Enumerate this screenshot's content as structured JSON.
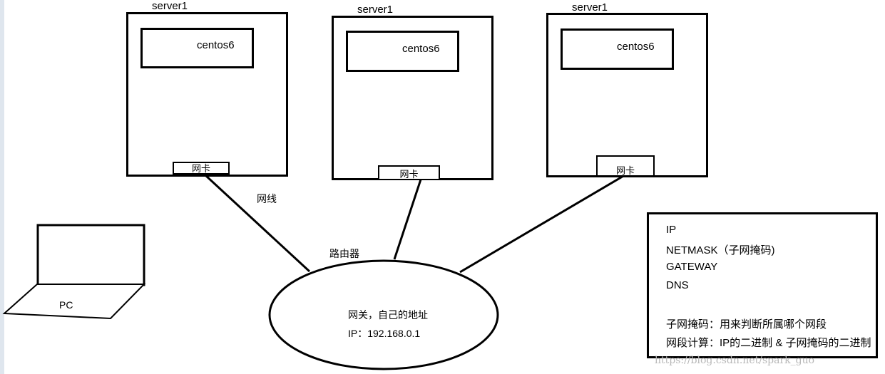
{
  "servers": [
    {
      "title": "server1",
      "os": "centos6",
      "nic": "网卡"
    },
    {
      "title": "server1",
      "os": "centos6",
      "nic": "网卡"
    },
    {
      "title": "server1",
      "os": "centos6",
      "nic": "网卡"
    }
  ],
  "cable_label": "网线",
  "router": {
    "label": "路由器",
    "line1": "网关，自己的地址",
    "line2": "IP：192.168.0.1"
  },
  "pc_label": "PC",
  "notes": [
    "IP",
    "NETMASK（子网掩码)",
    "GATEWAY",
    "DNS",
    "子网掩码：用来判断所属哪个网段",
    "网段计算：IP的二进制 & 子网掩码的二进制"
  ],
  "watermark": "https://blog.csdn.net/spark_guo"
}
